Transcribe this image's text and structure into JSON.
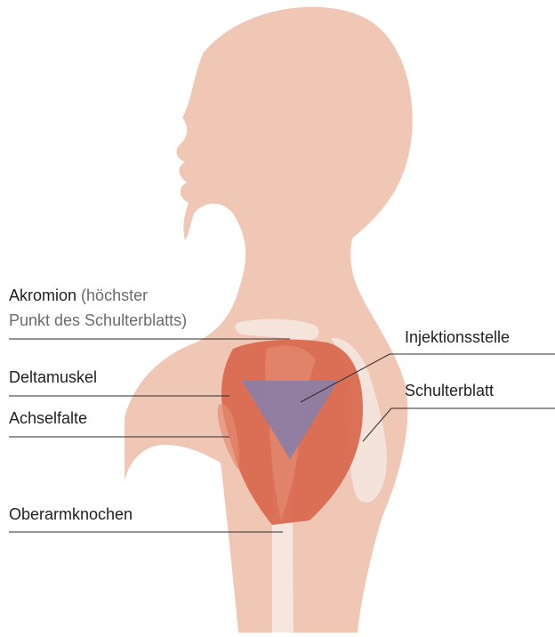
{
  "labels": {
    "acromion": {
      "main": "Akromion",
      "note_line1": "(höchster",
      "note_line2": "Punkt des Schulterblatts)"
    },
    "deltoid": "Deltamuskel",
    "armpit_fold": "Achselfalte",
    "humerus": "Oberarmknochen",
    "injection_site": "Injektionsstelle",
    "scapula": "Schulterblatt"
  },
  "colors": {
    "skin": "#f0c6b5",
    "bone": "#f5e7e0",
    "muscle": "#d96a50",
    "muscle_highlight": "#e38b72",
    "injection_triangle": "#8a7ea6",
    "line": "#2b2b2b"
  }
}
